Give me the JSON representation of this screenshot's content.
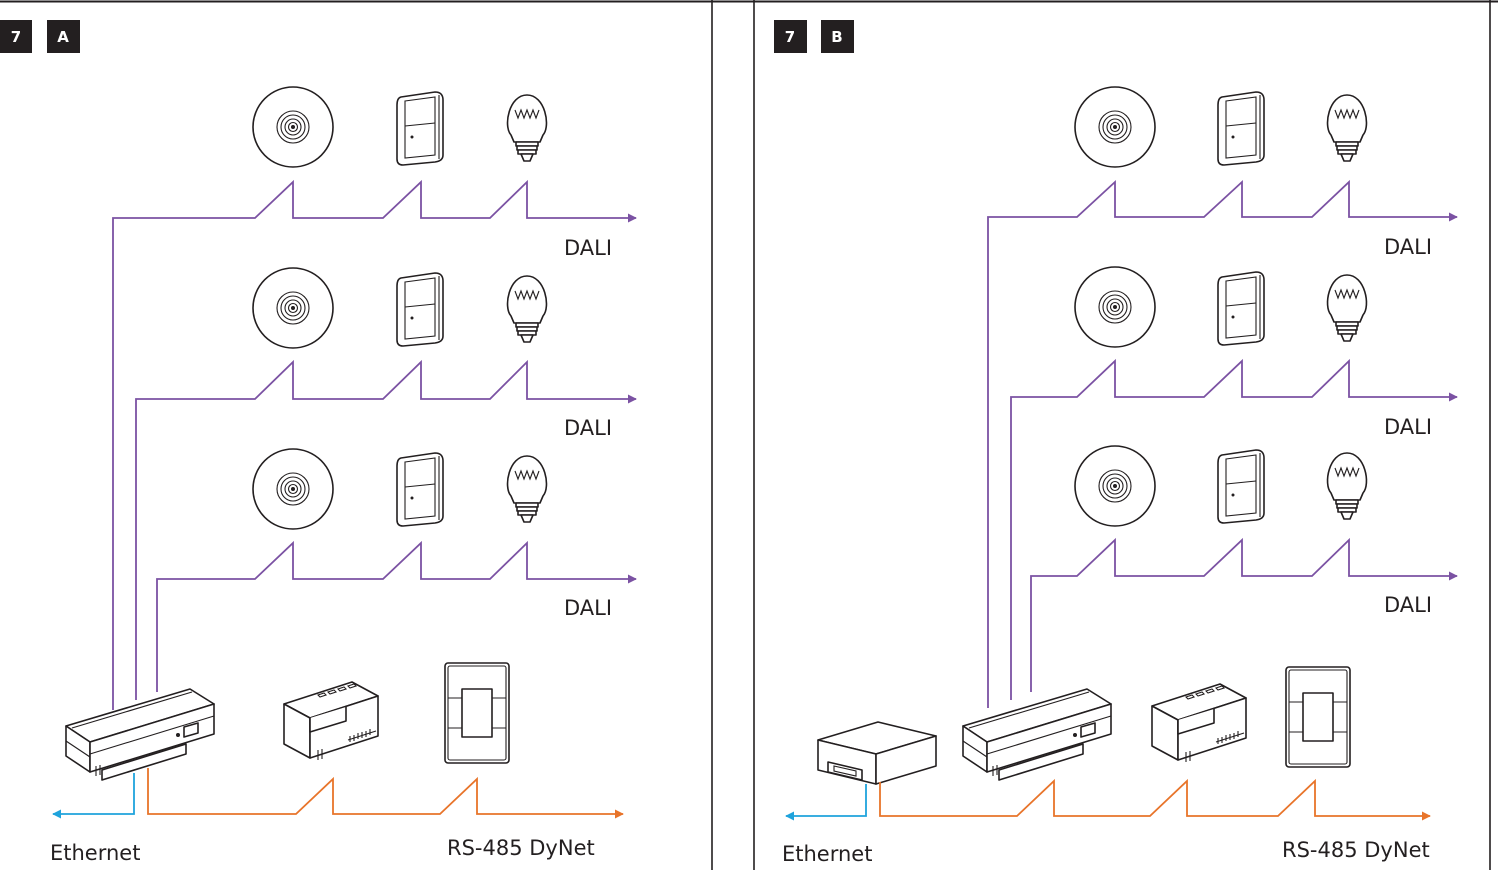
{
  "panels": [
    {
      "number": "7",
      "letter": "A",
      "dali_label": "DALI",
      "ethernet_label": "Ethernet",
      "dynet_label": "RS-485 DyNet"
    },
    {
      "number": "7",
      "letter": "B",
      "dali_label": "DALI",
      "ethernet_label": "Ethernet",
      "dynet_label": "RS-485 DyNet"
    }
  ],
  "colors": {
    "dali": "#7b52a3",
    "dynet": "#e8742a",
    "ethernet": "#1fa3dc",
    "line_art": "#231f20"
  },
  "icons": [
    "ceiling-sensor-icon",
    "wall-switch-icon",
    "led-bulb-icon",
    "dali-controller-icon",
    "dinrail-module-icon",
    "wall-panel-icon",
    "network-gateway-icon"
  ]
}
